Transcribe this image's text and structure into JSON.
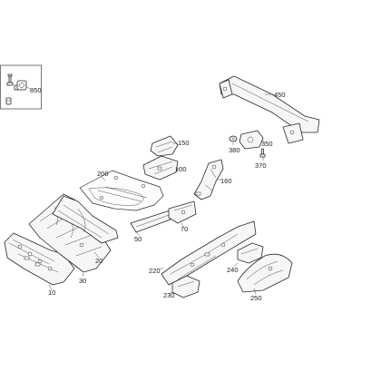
{
  "callouts": {
    "c10": "10",
    "c20": "20",
    "c30": "30",
    "c50": "50",
    "c70": "70",
    "c100": "100",
    "c150": "150",
    "c160": "160",
    "c200": "200",
    "c220": "220",
    "c230": "230",
    "c240": "240",
    "c250": "250",
    "c350": "350",
    "c370": "370",
    "c380": "380",
    "c450": "450",
    "c850": "850"
  }
}
